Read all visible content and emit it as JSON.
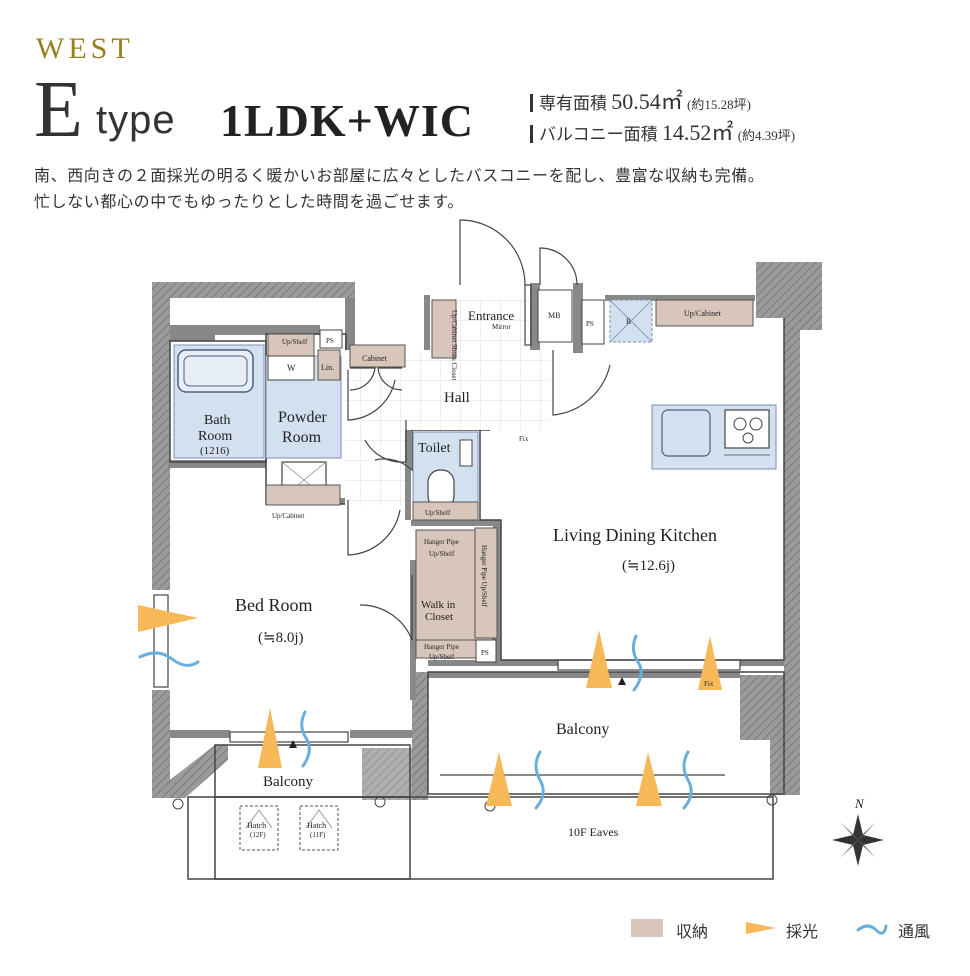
{
  "header": {
    "tower": "WEST",
    "type_letter": "E",
    "type_word": "type",
    "layout": "1LDK+WIC",
    "area_exclusive_label": "専有面積",
    "area_exclusive_value": "50.54㎡",
    "area_exclusive_tsubo": "(約15.28坪)",
    "area_balcony_label": "バルコニー面積",
    "area_balcony_value": "14.52㎡",
    "area_balcony_tsubo": "(約4.39坪)"
  },
  "description": [
    "南、西向きの２面採光の明るく暖かいお部屋に広々としたバスコニーを配し、豊富な収納も完備。",
    "忙しない都心の中でもゆったりとした時間を過ごせます。"
  ],
  "rooms": {
    "entrance": "Entrance",
    "mirror": "Mirror",
    "shoes_closet": "Up/Cabinet Shoes Closet",
    "mb": "MB",
    "ps": "PS",
    "refrigerator": "R",
    "up_cabinet": "Up/Cabinet",
    "hall": "Hall",
    "cabinet": "Cabinet",
    "lin": "Lin.",
    "up_shelf": "Up/Shelf",
    "washer": "W",
    "bath_1": "Bath",
    "bath_2": "Room",
    "bath_size": "(1216)",
    "powder_1": "Powder",
    "powder_2": "Room",
    "toilet": "Toilet",
    "fix": "Fix",
    "ldk": "Living Dining Kitchen",
    "ldk_size": "(≒12.6j)",
    "bed": "Bed Room",
    "bed_size": "(≒8.0j)",
    "hanger_pipe": "Hanger Pipe",
    "wic_1": "Walk in",
    "wic_2": "Closet",
    "hanger_pipe_up_shelf": "Hanger Pipe Up/Shelf",
    "balcony": "Balcony",
    "eaves": "10F Eaves",
    "hatch": "Hatch",
    "hatch_12f": "(12F)",
    "hatch_11f": "(11F)"
  },
  "compass": {
    "north": "N"
  },
  "legend": {
    "storage": "収納",
    "light": "採光",
    "ventilation": "通風"
  },
  "colors": {
    "storage": "#d8c6bb",
    "water": "#d3e0f0",
    "light": "#f7b957",
    "wind": "#6aafdc",
    "wall": "#7a7a7a",
    "gold": "#9a7f1f"
  }
}
